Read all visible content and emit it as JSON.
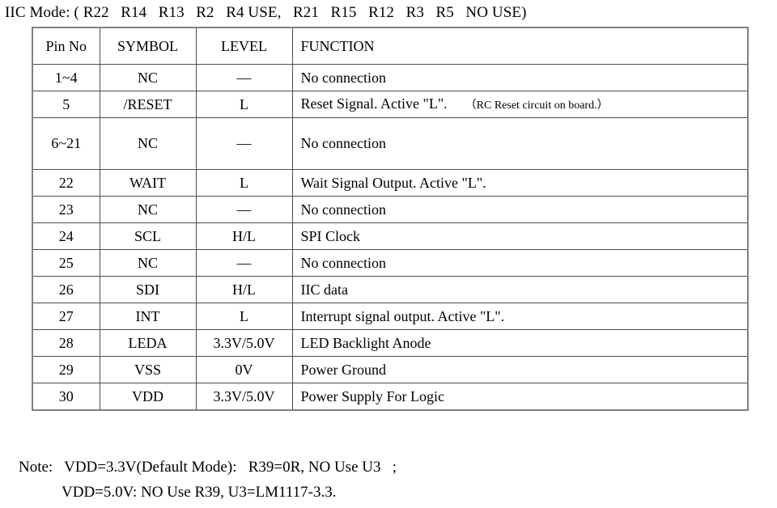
{
  "mode_title": "IIC Mode: ( R22   R14   R13   R2   R4 USE,   R21   R15   R12   R3   R5   NO USE)",
  "table": {
    "headers": {
      "pin": "Pin No",
      "symbol": "SYMBOL",
      "level": "LEVEL",
      "function": "FUNCTION"
    },
    "rows": [
      {
        "pin": "1~4",
        "symbol": "NC",
        "level": "—",
        "function": "No connection",
        "function_note": "",
        "tall": false
      },
      {
        "pin": "5",
        "symbol": "/RESET",
        "level": "L",
        "function": "Reset Signal. Active \"L\".",
        "function_note": "（RC Reset circuit on board.）",
        "tall": false
      },
      {
        "pin": "6~21",
        "symbol": "NC",
        "level": "—",
        "function": "No connection",
        "function_note": "",
        "tall": true
      },
      {
        "pin": "22",
        "symbol": "WAIT",
        "level": "L",
        "function": "Wait Signal Output.    Active \"L\".",
        "function_note": "",
        "tall": false
      },
      {
        "pin": "23",
        "symbol": "NC",
        "level": "—",
        "function": "No connection",
        "function_note": "",
        "tall": false
      },
      {
        "pin": "24",
        "symbol": "SCL",
        "level": "H/L",
        "function": "SPI Clock",
        "function_note": "",
        "tall": false
      },
      {
        "pin": "25",
        "symbol": "NC",
        "level": "—",
        "function": "No connection",
        "function_note": "",
        "tall": false
      },
      {
        "pin": "26",
        "symbol": "SDI",
        "level": "H/L",
        "function": "IIC data",
        "function_note": "",
        "tall": false
      },
      {
        "pin": "27",
        "symbol": "INT",
        "level": "L",
        "function": "Interrupt signal output. Active \"L\".",
        "function_note": "",
        "tall": false
      },
      {
        "pin": "28",
        "symbol": "LEDA",
        "level": "3.3V/5.0V",
        "function": "LED Backlight Anode",
        "function_note": "",
        "tall": false
      },
      {
        "pin": "29",
        "symbol": "VSS",
        "level": "0V",
        "function": "Power Ground",
        "function_note": "",
        "tall": false
      },
      {
        "pin": "30",
        "symbol": "VDD",
        "level": "3.3V/5.0V",
        "function": "Power Supply For Logic",
        "function_note": "",
        "tall": false
      }
    ]
  },
  "notes": {
    "line1": "Note:   VDD=3.3V(Default Mode):   R39=0R, NO Use U3   ;",
    "line2": "VDD=5.0V: NO Use R39, U3=LM1117-3.3."
  },
  "colors": {
    "outer_border": "#808080",
    "inner_border": "#4d4d4d",
    "text": "#000000",
    "background": "#ffffff"
  }
}
